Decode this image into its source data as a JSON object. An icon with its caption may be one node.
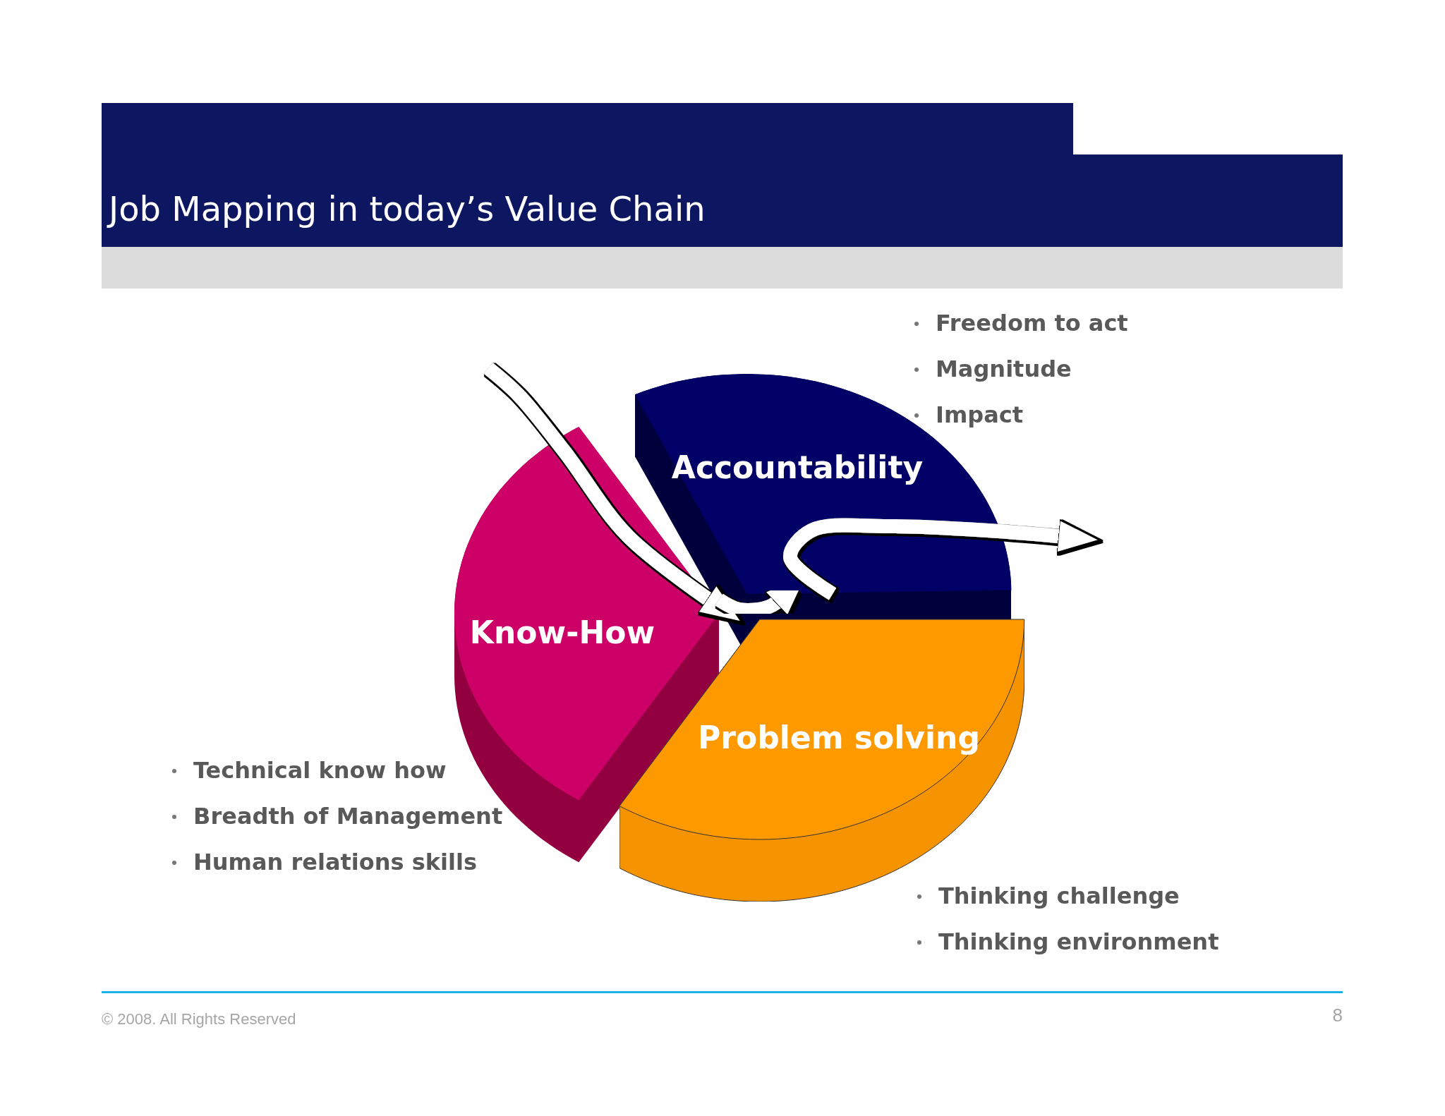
{
  "diagram": {
    "title": "Job Mapping in today’s Value Chain",
    "nodes": [
      {
        "text": [
          "Accountability"
        ],
        "beside": [
          "Freedom to act",
          "Magnitude",
          "Impact"
        ]
      },
      {
        "text": [
          "Know-How"
        ],
        "beside": [
          "Technical know how",
          "Breadth of Management",
          "Human relations skills"
        ]
      },
      {
        "text": [
          "Problem solving"
        ],
        "beside": [
          "Thinking challenge",
          "Thinking environment"
        ]
      }
    ],
    "edges": [
      {
        "from": null,
        "to": 1,
        "arrow": "to"
      },
      {
        "from": 1,
        "to": 0,
        "arrow": "to"
      },
      {
        "from": 0,
        "to": null,
        "arrow": "to"
      }
    ],
    "labels": [
      "© 2008. All Rights Reserved",
      "8"
    ]
  }
}
